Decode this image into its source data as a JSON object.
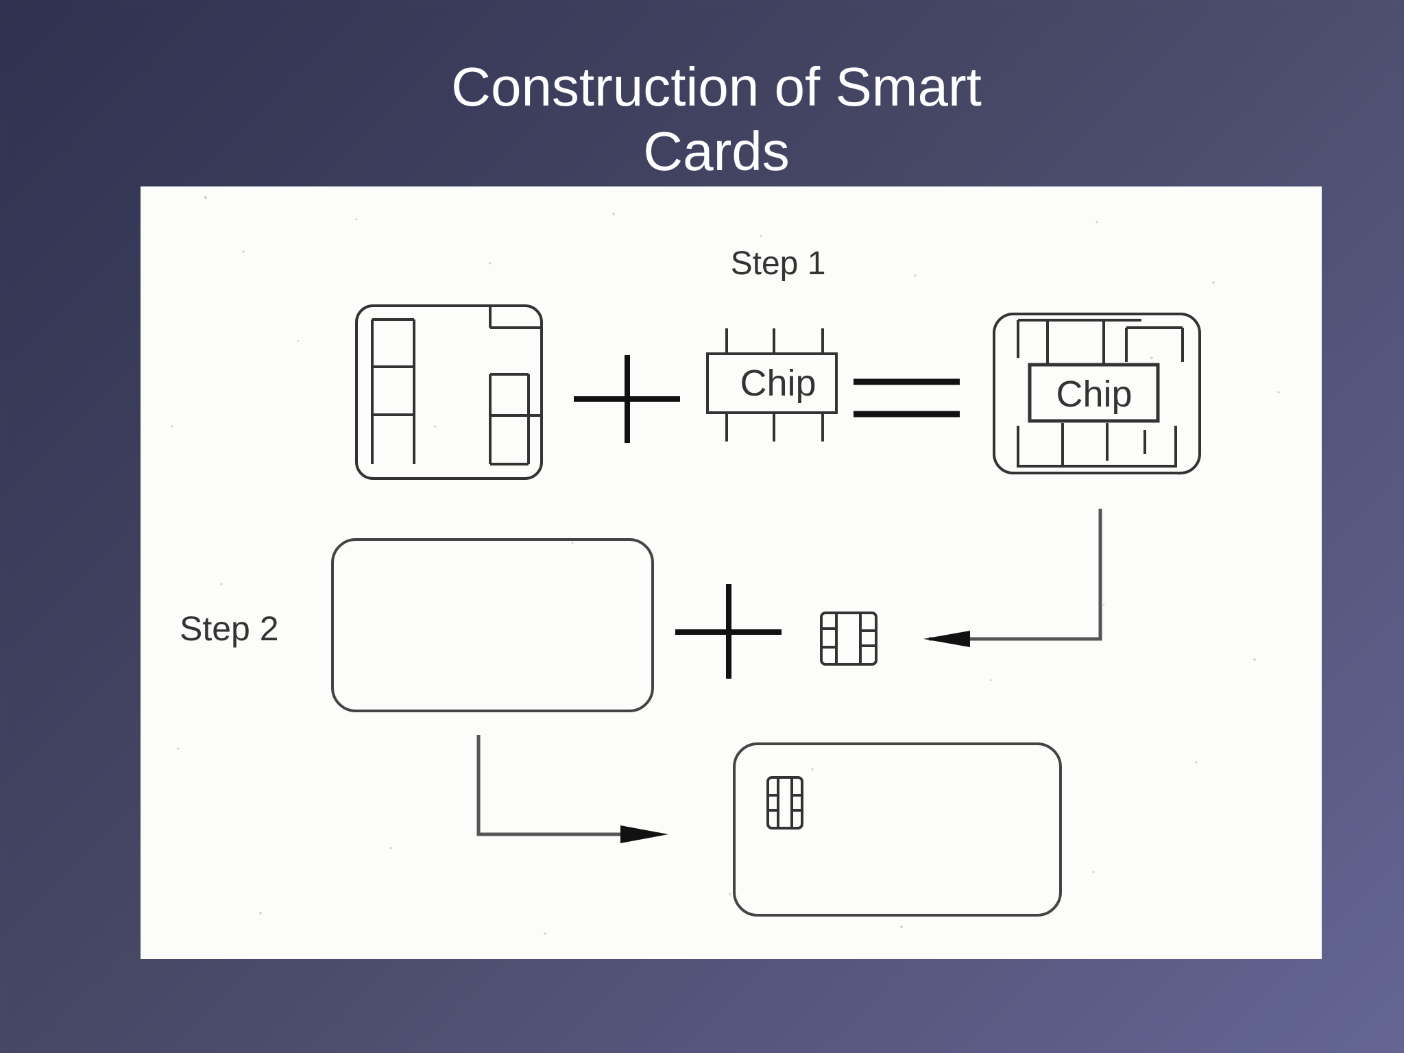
{
  "slide": {
    "title_line1": "Construction of Smart",
    "title_line2": "Cards",
    "background_start": "#2f3150",
    "background_end": "#646593",
    "title_color": "#ffffff"
  },
  "diagram": {
    "step1_label": "Step 1",
    "step2_label": "Step 2",
    "chip_label": "Chip",
    "assembled_chip_label": "Chip",
    "line_color": "#333333"
  }
}
